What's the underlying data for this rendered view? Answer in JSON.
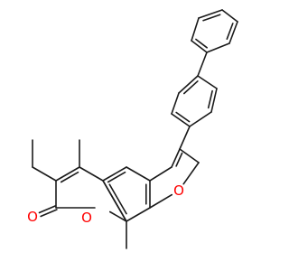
{
  "molecule": {
    "atoms": {
      "pyran_O": "O",
      "carbonyl_O": "O",
      "furan_O": "O"
    },
    "colors": {
      "bond": "#1a1a1a",
      "heteroatom": "#ff0000",
      "background": "#ffffff"
    }
  }
}
